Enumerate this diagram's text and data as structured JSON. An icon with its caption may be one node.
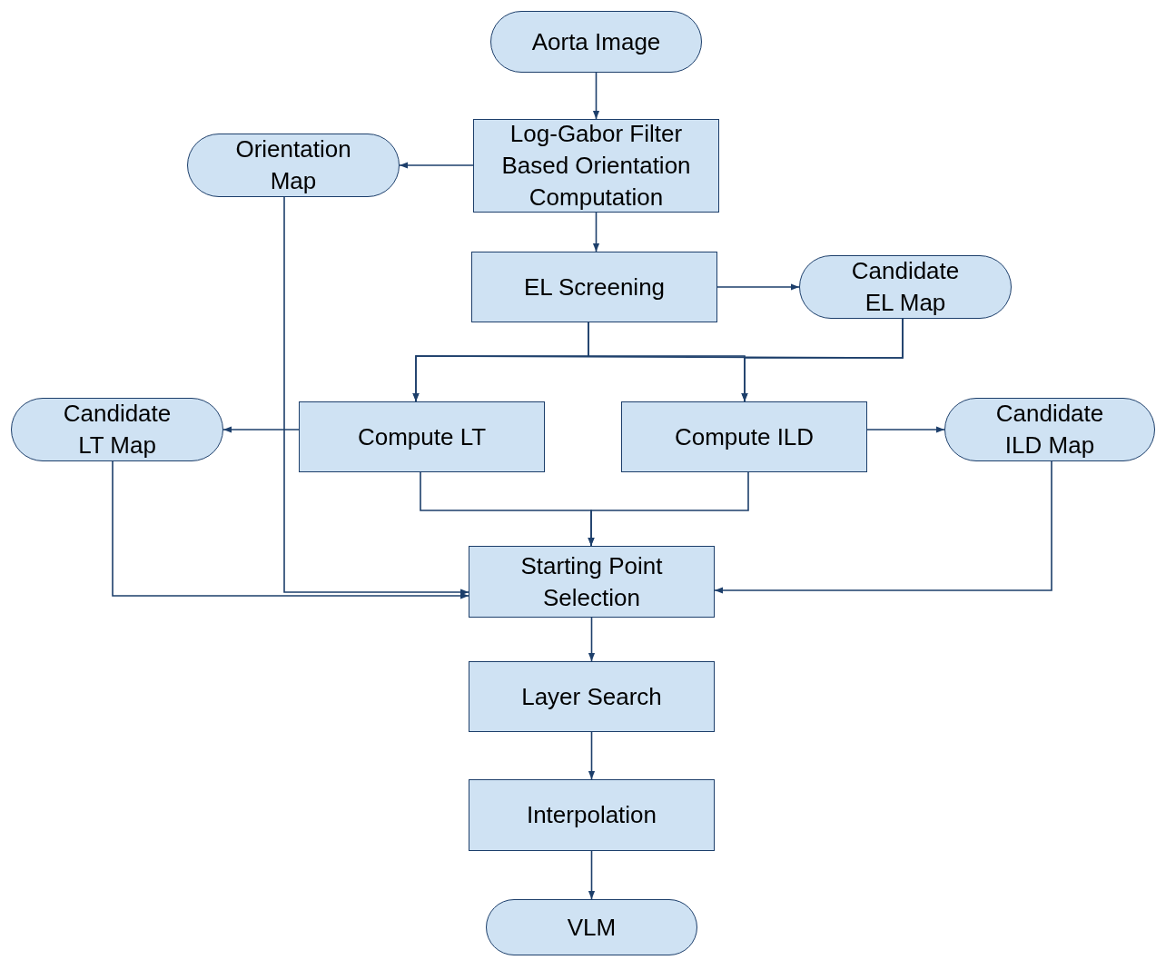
{
  "diagram": {
    "nodes": [
      {
        "text": [
          "Aorta Image"
        ]
      },
      {
        "text": [
          "Log-Gabor Filter Based Orientation Computation"
        ]
      },
      {
        "text": [
          "Orientation Map"
        ]
      },
      {
        "text": [
          "EL Screening"
        ]
      },
      {
        "text": [
          "Candidate EL Map"
        ]
      },
      {
        "text": [
          "Candidate LT Map"
        ]
      },
      {
        "text": [
          "Compute LT"
        ]
      },
      {
        "text": [
          "Compute ILD"
        ]
      },
      {
        "text": [
          "Candidate ILD Map"
        ]
      },
      {
        "text": [
          "Starting Point Selection"
        ]
      },
      {
        "text": [
          "Layer Search"
        ]
      },
      {
        "text": [
          "Interpolation"
        ]
      },
      {
        "text": [
          "VLM"
        ]
      }
    ],
    "edges": [
      {
        "from": 0,
        "to": 1,
        "arrow": "to"
      },
      {
        "from": 1,
        "to": 2,
        "arrow": "to"
      },
      {
        "from": 1,
        "to": 3,
        "arrow": "to"
      },
      {
        "from": 3,
        "to": 4,
        "arrow": "to"
      },
      {
        "from": 3,
        "to": 6,
        "arrow": "to"
      },
      {
        "from": 3,
        "to": 7,
        "arrow": "to"
      },
      {
        "from": 4,
        "to": 6,
        "arrow": "to"
      },
      {
        "from": 4,
        "to": 7,
        "arrow": "to"
      },
      {
        "from": 6,
        "to": 5,
        "arrow": "to"
      },
      {
        "from": 7,
        "to": 8,
        "arrow": "to"
      },
      {
        "from": 6,
        "to": 9,
        "arrow": "to"
      },
      {
        "from": 7,
        "to": 9,
        "arrow": "to"
      },
      {
        "from": 5,
        "to": 9,
        "arrow": "to"
      },
      {
        "from": 2,
        "to": 9,
        "arrow": "to"
      },
      {
        "from": 8,
        "to": 9,
        "arrow": "to"
      },
      {
        "from": 9,
        "to": 10,
        "arrow": "to"
      },
      {
        "from": 10,
        "to": 11,
        "arrow": "to"
      },
      {
        "from": 11,
        "to": 12,
        "arrow": "to"
      }
    ]
  }
}
